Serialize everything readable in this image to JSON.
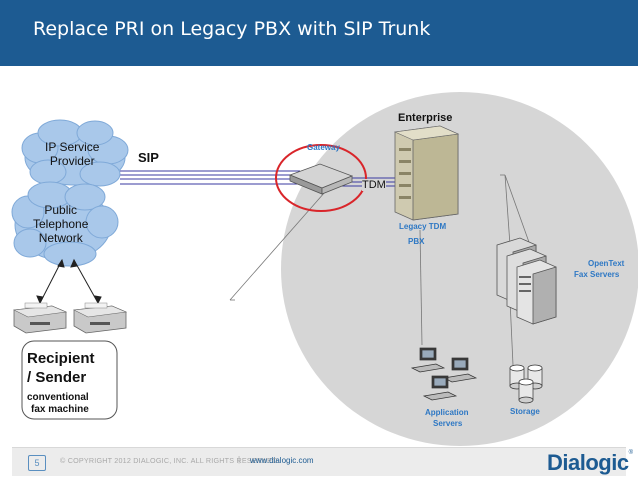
{
  "slide": {
    "title": "Replace PRI on Legacy PBX with SIP Trunk"
  },
  "clouds": {
    "ip_service_provider": "IP Service\nProvider",
    "pstn": "Public\nTelephone\nNetwork"
  },
  "links": {
    "sip": "SIP",
    "tdm": "TDM"
  },
  "enterprise": {
    "label": "Enterprise",
    "gateway": "Gateway",
    "pbx_line1": "Legacy TDM",
    "pbx_line2": "PBX",
    "fax_servers_line1": "OpenText",
    "fax_servers_line2": "Fax Servers",
    "app_servers_line1": "Application",
    "app_servers_line2": "Servers",
    "storage": "Storage"
  },
  "endpoint": {
    "title_line1": "Recipient",
    "title_line2": "/ Sender",
    "sub_line1": "conventional",
    "sub_line2": "fax machine"
  },
  "footer": {
    "page_number": "5",
    "copyright": "© COPYRIGHT 2012 DIALOGIC, INC.  ALL RIGHTS RESERVED.",
    "separator": "|",
    "url": "www.dialogic.com",
    "logo": "Dialogic",
    "logo_tm": "®"
  },
  "colors": {
    "title_bar": "#1d5b92",
    "enterprise_bg": "#d6d6d6",
    "cloud": "#a9c8ea",
    "link_line": "#3a3aa0",
    "highlight_circle": "#d9252a",
    "accent_text": "#2e78c4"
  }
}
